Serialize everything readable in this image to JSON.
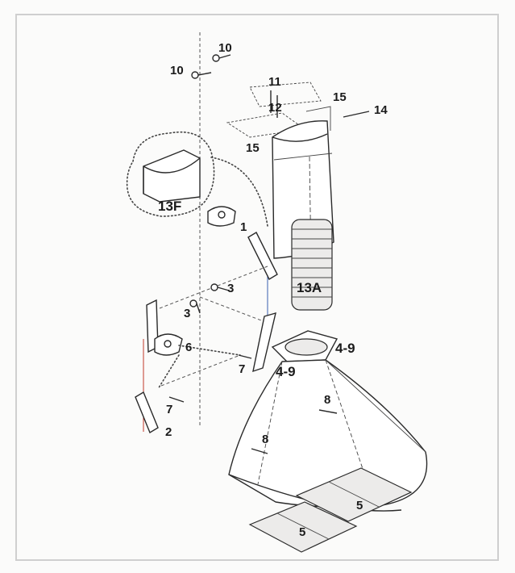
{
  "diagram": {
    "callouts": {
      "screw_top_a": "10",
      "screw_top_b": "10",
      "bracket_screw": "11",
      "bracket": "12",
      "upper_tab_right": "15",
      "upper_tab_left": "15",
      "side_screw": "14",
      "deflector": "13F",
      "duct_hose": "13A",
      "support_strip_upper": "1",
      "wall_plug_upper": "3",
      "wall_plug_lower": "3",
      "mount_bracket": "6",
      "screw_mid": "7",
      "screw_low": "7",
      "support_strip_lower": "2",
      "collar_right": "4-9",
      "collar_left": "4-9",
      "hood_screw_right": "8",
      "hood_screw_left": "8",
      "filter_right": "5",
      "filter_left": "5"
    }
  }
}
